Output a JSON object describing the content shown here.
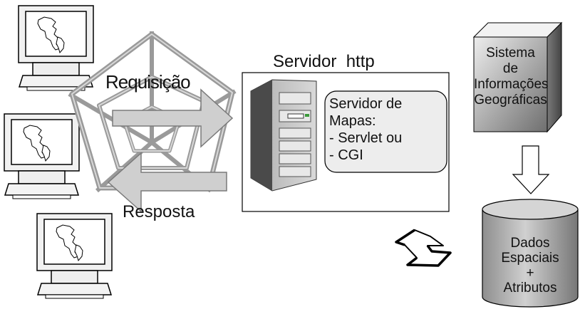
{
  "labels": {
    "requisicao": "Requisição",
    "resposta": "Resposta",
    "servidor_http": "Servidor  http"
  },
  "map_server_box": {
    "line1": "Servidor de",
    "line2": "Mapas:",
    "line3": "- Servlet ou",
    "line4": "- CGI"
  },
  "sig_box": {
    "line1": "Sistema",
    "line2": "de",
    "line3": "Informações",
    "line4": "Geográficas"
  },
  "database": {
    "line1": "Dados",
    "line2": "Espaciais",
    "line3": "+",
    "line4": "Atributos"
  },
  "client_count": 3
}
